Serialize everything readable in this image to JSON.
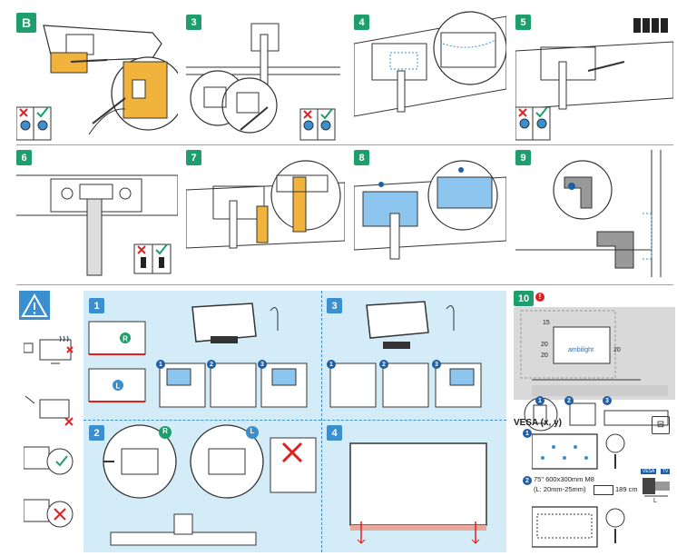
{
  "steps_top": [
    {
      "id": "B",
      "label": "B"
    },
    {
      "id": "3",
      "label": "3"
    },
    {
      "id": "4",
      "label": "4"
    },
    {
      "id": "5",
      "label": "5"
    },
    {
      "id": "6",
      "label": "6"
    },
    {
      "id": "7",
      "label": "7"
    },
    {
      "id": "8",
      "label": "8"
    },
    {
      "id": "9",
      "label": "9"
    }
  ],
  "panel": {
    "steps": [
      {
        "label": "1"
      },
      {
        "label": "2"
      },
      {
        "label": "3"
      },
      {
        "label": "4"
      }
    ],
    "side_labels": {
      "right": "R",
      "left": "L"
    },
    "substeps": [
      "1",
      "2",
      "3"
    ]
  },
  "step10": {
    "label": "10",
    "brand_text": "ambilight",
    "dims": {
      "top": "15",
      "side_a": "20",
      "side_b": "20",
      "right": "20"
    },
    "subnums": [
      "1",
      "2",
      "3"
    ],
    "vesa_title": "VESA (x, y)",
    "spec_line": "75\" 600x300mm M8",
    "spec_sub": "(L: 20mm-25mm)",
    "cable_len": "189 cm",
    "vesa_tag": "VESA",
    "tv_tag": "TV",
    "l_tag": "L",
    "spec_num": "2",
    "first_num": "1"
  },
  "colors": {
    "green": "#1e9e6d",
    "blue": "#3b8fcf",
    "panel_bg": "#d3ecf7",
    "red": "#e02020",
    "yellow": "#f2b33d"
  }
}
